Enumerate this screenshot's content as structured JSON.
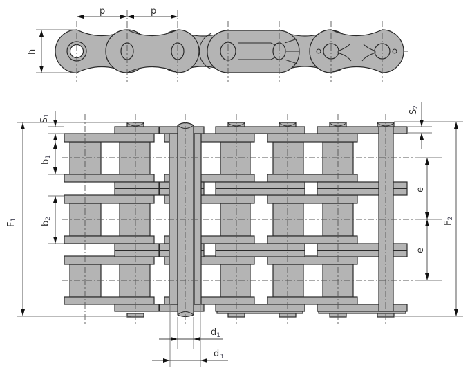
{
  "title": "Triplex roller chain dimension drawing",
  "labels": {
    "p1": {
      "base": "p"
    },
    "p2": {
      "base": "p"
    },
    "h": {
      "base": "h"
    },
    "s1": {
      "base": "S",
      "sub": "1"
    },
    "s2": {
      "base": "S",
      "sub": "2"
    },
    "b1": {
      "base": "b",
      "sub": "1"
    },
    "b2": {
      "base": "b",
      "sub": "2"
    },
    "e1": {
      "base": "e"
    },
    "e2": {
      "base": "e"
    },
    "f1": {
      "base": "F",
      "sub": "1"
    },
    "f2": {
      "base": "F",
      "sub": "2"
    },
    "d1": {
      "base": "d",
      "sub": "1"
    },
    "d3": {
      "base": "d",
      "sub": "3"
    }
  },
  "colors": {
    "part_fill": "#b4b4b4",
    "outline": "#2a2a2a"
  }
}
